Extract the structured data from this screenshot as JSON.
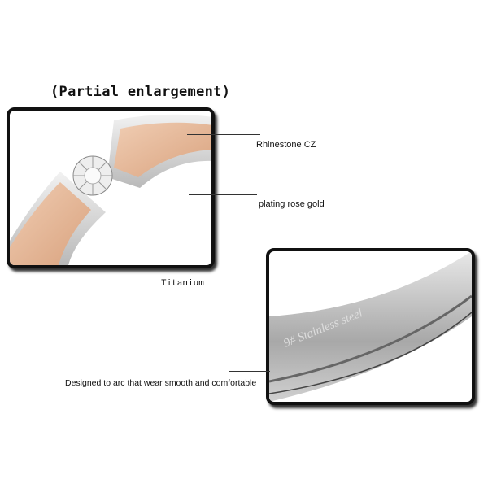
{
  "title": "(Partial enlargement)",
  "labels": {
    "rhinestone": "Rhinestone CZ",
    "rose_gold": "plating  rose gold",
    "titanium": "Titanium",
    "arc": "Designed to arc that wear smooth and comfortable"
  },
  "engraving": "9# Stainless steel",
  "colors": {
    "rose_gold": "#e2b394",
    "silver": "#d9d9d9",
    "frame": "#111111"
  }
}
